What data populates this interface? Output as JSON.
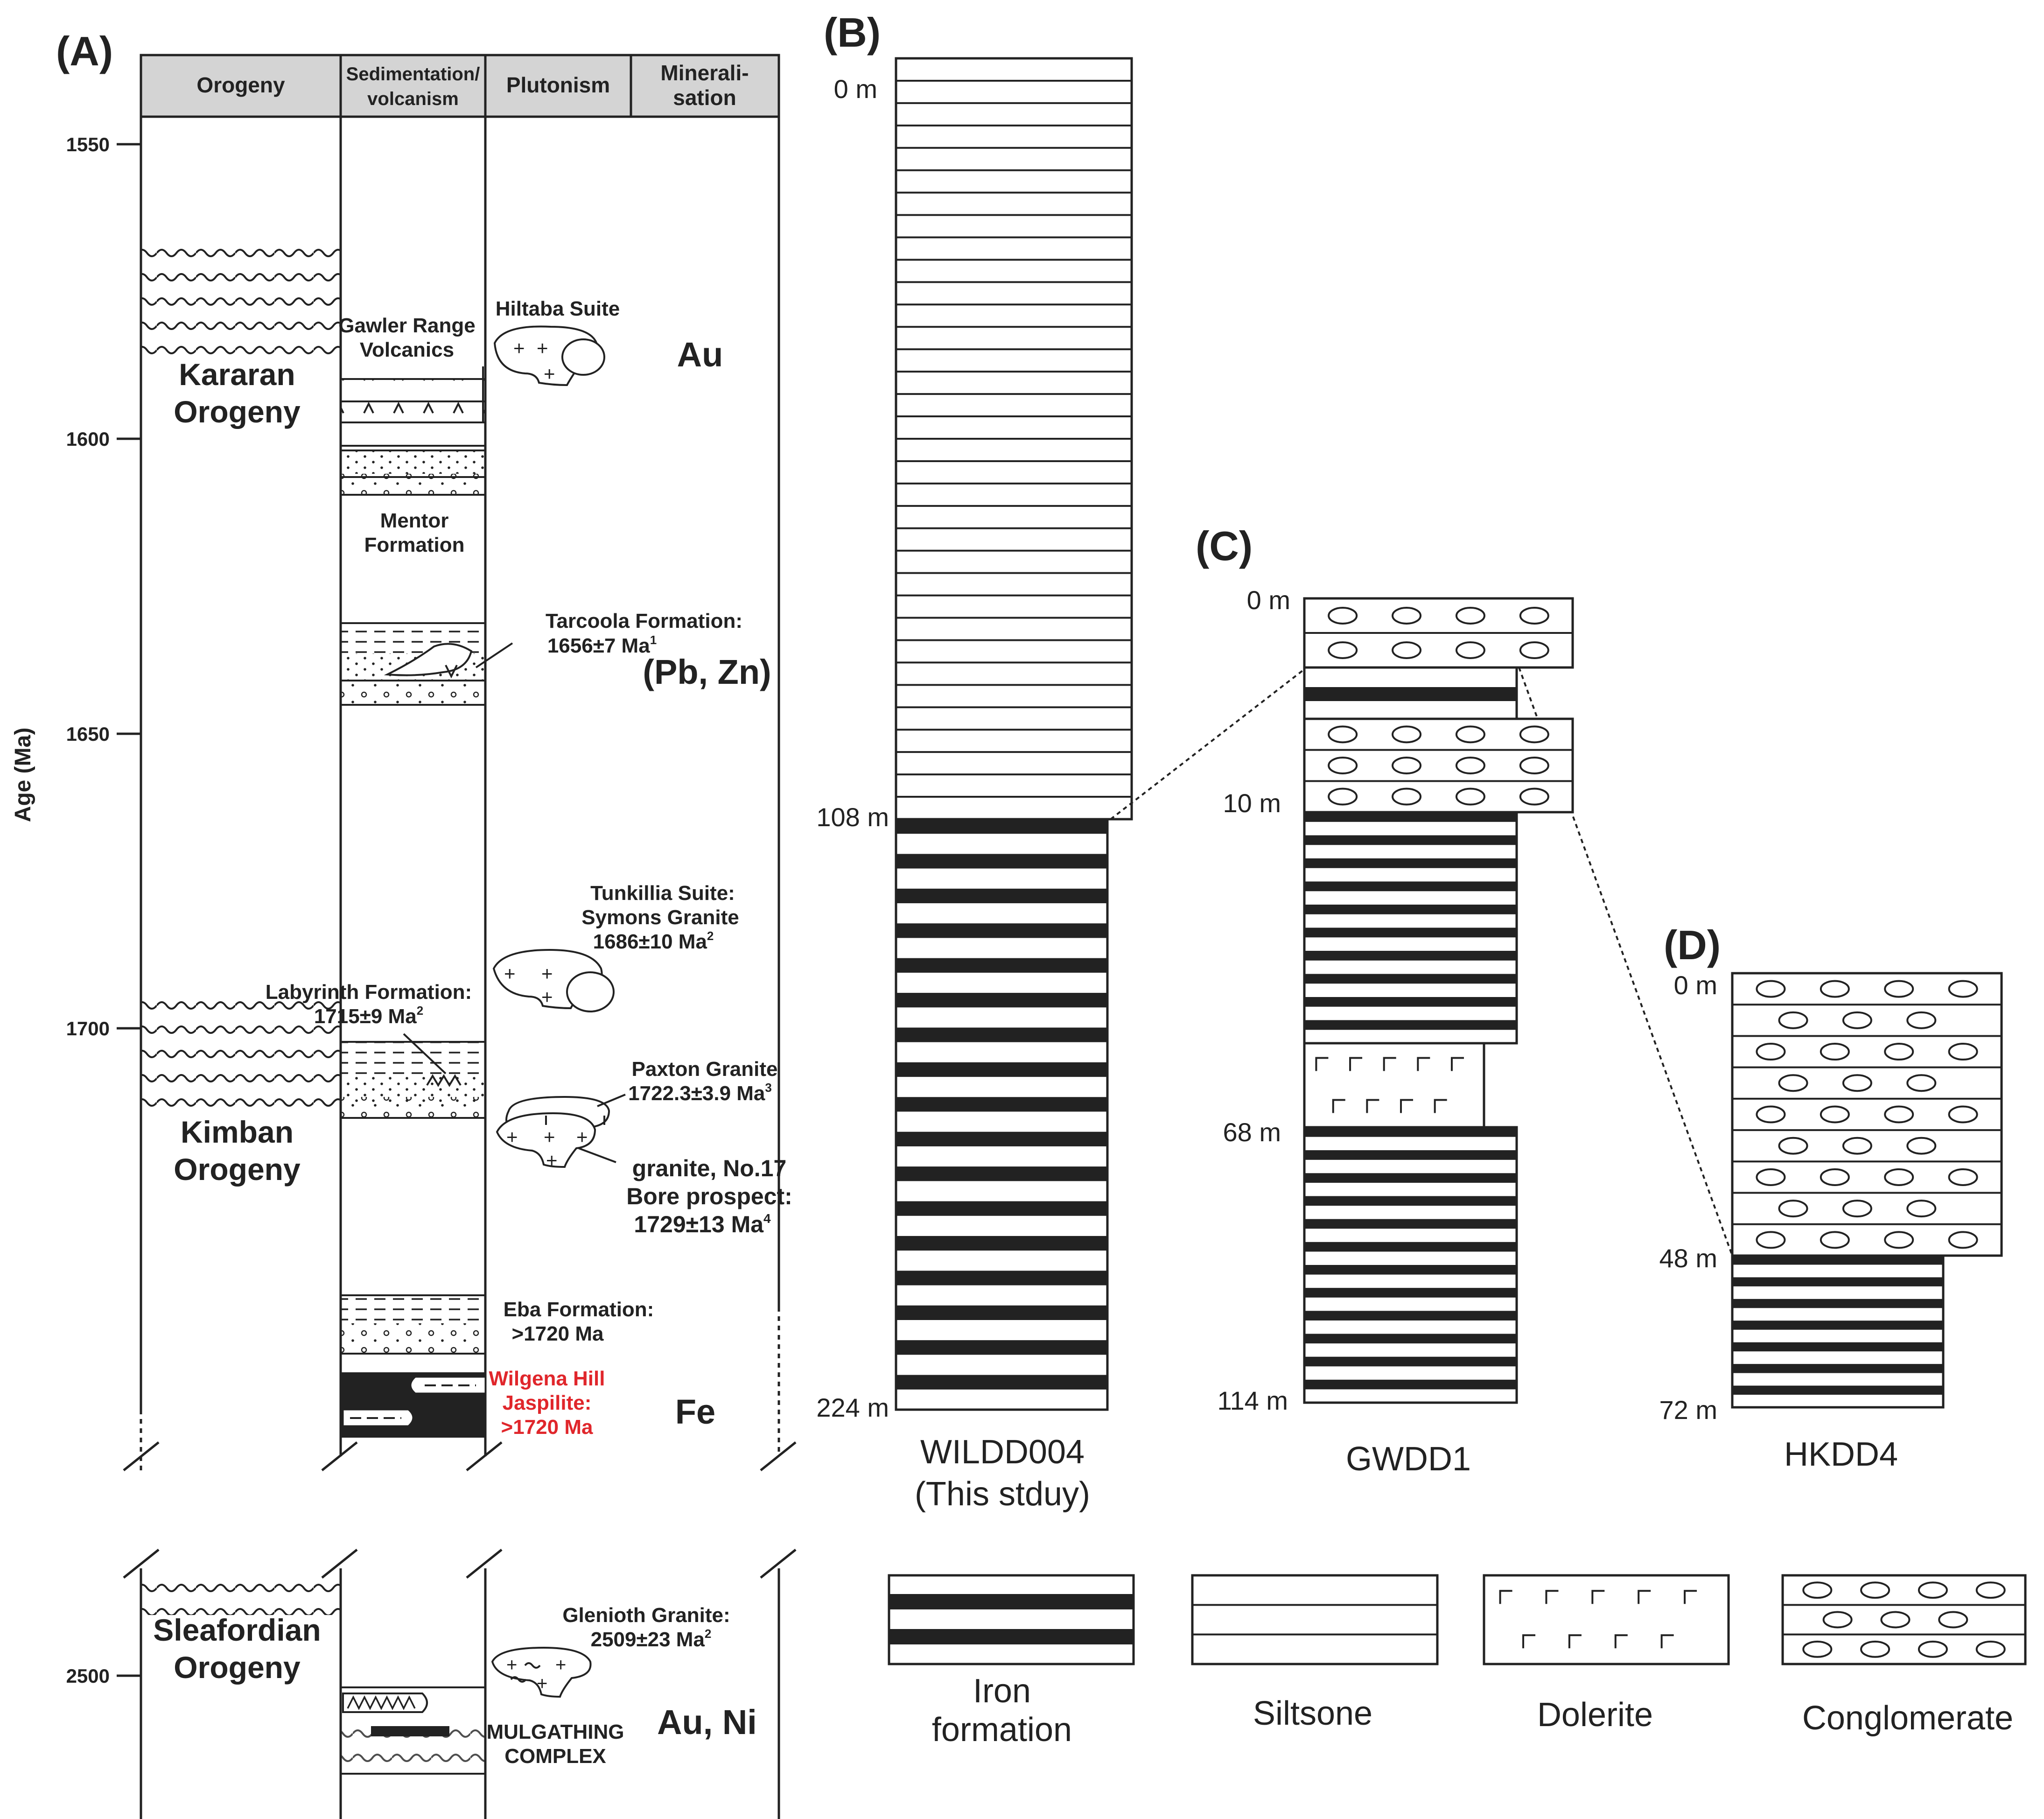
{
  "colors": {
    "ink": "#222222",
    "header_fill": "#d4d4d4",
    "highlight": "#e0262b"
  },
  "panelA": {
    "label": "(A)",
    "y_axis_label": "Age (Ma)",
    "age_ticks": [
      "1550",
      "1600",
      "1650",
      "1700",
      "2500"
    ],
    "headers": {
      "orogeny": "Orogeny",
      "sed1": "Sedimentation/",
      "sed2": "volcanism",
      "plutonism": "Plutonism",
      "min1": "Minerali-",
      "min2": "sation"
    },
    "orogenies": {
      "kararan1": "Kararan",
      "kararan2": "Orogeny",
      "kimban1": "Kimban",
      "kimban2": "Orogeny",
      "sleaford1": "Sleafordian",
      "sleaford2": "Orogeny"
    },
    "units": {
      "gawler1": "Gawler Range",
      "gawler2": "Volcanics",
      "hiltaba": "Hiltaba Suite",
      "mentor1": "Mentor",
      "mentor2": "Formation",
      "tarcoola1": "Tarcoola Formation:",
      "tarcoola2": "1656±7 Ma",
      "tarcoola_ref": "1",
      "tunk1": "Tunkillia Suite:",
      "tunk2": "Symons Granite",
      "tunk3": "1686±10 Ma",
      "tunk_ref": "2",
      "laby1": "Labyrinth Formation:",
      "laby2": "1715±9 Ma",
      "laby_ref": "2",
      "paxton1": "Paxton Granite",
      "paxton2": "1722.3±3.9 Ma",
      "paxton_ref": "3",
      "bore1": "granite, No.17",
      "bore2": "Bore prospect:",
      "bore3": "1729±13 Ma",
      "bore_ref": "4",
      "eba1": "Eba Formation:",
      "eba2": ">1720 Ma",
      "wilg1": "Wilgena Hill",
      "wilg2": "Jaspilite:",
      "wilg3": ">1720 Ma",
      "glen1": "Glenioth Granite:",
      "glen2": "2509±23 Ma",
      "glen_ref": "2",
      "mulg1": "MULGATHING",
      "mulg2": "COMPLEX"
    },
    "mineralisation": {
      "au": "Au",
      "pbzn": "(Pb, Zn)",
      "fe": "Fe",
      "auni": "Au, Ni"
    }
  },
  "panelB": {
    "label": "(B)",
    "top": "0 m",
    "contact": "108 m",
    "bottom": "224 m",
    "name1": "WILDD004",
    "name2": "(This stduy)"
  },
  "panelC": {
    "label": "(C)",
    "top": "0 m",
    "d10": "10 m",
    "d68": "68 m",
    "bottom": "114 m",
    "name": "GWDD1"
  },
  "panelD": {
    "label": "(D)",
    "top": "0 m",
    "d48": "48 m",
    "bottom": "72 m",
    "name": "HKDD4"
  },
  "legend": [
    {
      "lines": [
        "Iron",
        "formation"
      ]
    },
    {
      "lines": [
        "Siltsone"
      ]
    },
    {
      "lines": [
        "Dolerite"
      ]
    },
    {
      "lines": [
        "Conglomerate"
      ]
    }
  ]
}
